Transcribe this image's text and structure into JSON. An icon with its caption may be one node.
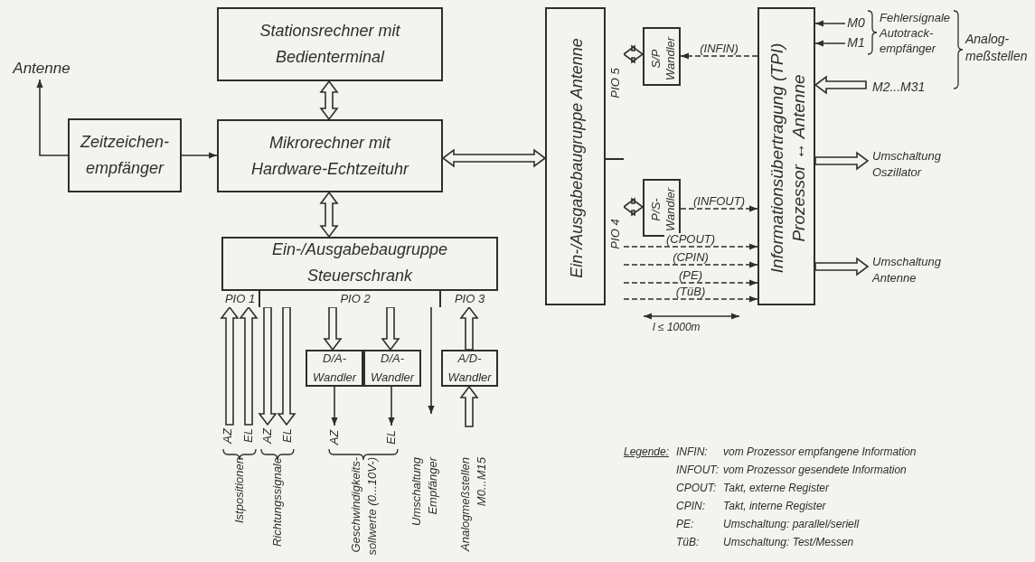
{
  "diagram": {
    "nodes": [
      {
        "text": [
          "Antenne"
        ]
      },
      {
        "text": [
          "Zeitzeichen- empfänger"
        ]
      },
      {
        "text": [
          "Stationsrechner mit Bedienterminal"
        ]
      },
      {
        "text": [
          "Mikrorechner mit Hardware-Echtzeituhr"
        ]
      },
      {
        "text": [
          "Ein-/Ausgabebaugruppe Steuerschrank"
        ]
      },
      {
        "text": [
          "PIO 1"
        ],
        "in": 4
      },
      {
        "text": [
          "PIO 2"
        ],
        "in": 4
      },
      {
        "text": [
          "PIO 3"
        ],
        "in": 4
      },
      {
        "text": [
          "D/A- Wandler"
        ]
      },
      {
        "text": [
          "D/A- Wandler"
        ]
      },
      {
        "text": [
          "A/D- Wandler"
        ]
      },
      {
        "text": [
          "Ein-/Ausgabebaugruppe Antenne"
        ]
      },
      {
        "text": [
          "PIO 5"
        ],
        "in": 11
      },
      {
        "text": [
          "PIO 4"
        ],
        "in": 11
      },
      {
        "text": [
          "S/P Wandler"
        ]
      },
      {
        "text": [
          "P/S- Wandler"
        ]
      },
      {
        "text": [
          "Informationsübertragung (TPI)",
          "Prozessor ↔ Antenne"
        ]
      },
      {
        "text": [
          "M0"
        ]
      },
      {
        "text": [
          "M1"
        ]
      },
      {
        "text": [
          "AZ"
        ]
      },
      {
        "text": [
          "EL"
        ]
      }
    ],
    "edges": [
      {
        "from": 1,
        "to": 0,
        "arrow": "to"
      },
      {
        "from": 1,
        "to": 3,
        "arrow": "to"
      },
      {
        "from": 2,
        "to": 3,
        "arrow": "both",
        "style": "thick"
      },
      {
        "from": 3,
        "to": 4,
        "arrow": "both",
        "style": "thick"
      },
      {
        "from": 11,
        "to": 3,
        "arrow": "both",
        "style": "thick"
      },
      {
        "from": null,
        "to": 5,
        "arrow": "to",
        "style": "thick"
      },
      {
        "from": null,
        "to": 5,
        "arrow": "to",
        "style": "thick"
      },
      {
        "from": 6,
        "to": null,
        "arrow": "to",
        "style": "thick"
      },
      {
        "from": 6,
        "to": null,
        "arrow": "to",
        "style": "thick"
      },
      {
        "from": 6,
        "to": 8,
        "arrow": "to",
        "style": "thick"
      },
      {
        "from": 6,
        "to": 9,
        "arrow": "to",
        "style": "thick"
      },
      {
        "from": 6,
        "to": null,
        "arrow": "to"
      },
      {
        "from": 8,
        "to": 19,
        "arrow": "to"
      },
      {
        "from": 9,
        "to": 20,
        "arrow": "to"
      },
      {
        "from": 10,
        "to": 7,
        "arrow": "to",
        "style": "thick"
      },
      {
        "from": null,
        "to": 10,
        "arrow": "to",
        "style": "thick"
      },
      {
        "from": 12,
        "to": 14,
        "arrow": "both",
        "style": "thick"
      },
      {
        "from": 16,
        "to": 14,
        "arrow": "to",
        "style": "dashed",
        "label": "(INFIN)"
      },
      {
        "from": 13,
        "to": 15,
        "arrow": "both",
        "style": "thick"
      },
      {
        "from": 15,
        "to": 16,
        "arrow": "to",
        "style": "dashed",
        "label": "(INFOUT)"
      },
      {
        "from": 13,
        "to": 16,
        "arrow": "to",
        "style": "dashed",
        "label": "(CPOUT)"
      },
      {
        "from": 13,
        "to": 16,
        "arrow": "to",
        "style": "dashed",
        "label": "(CPIN)"
      },
      {
        "from": 13,
        "to": 16,
        "arrow": "to",
        "style": "dashed",
        "label": "(PE)"
      },
      {
        "from": 13,
        "to": 16,
        "arrow": "to",
        "style": "dashed",
        "label": "(TüB)"
      },
      {
        "from": 17,
        "to": 16,
        "arrow": "to"
      },
      {
        "from": 18,
        "to": 16,
        "arrow": "to"
      },
      {
        "from": null,
        "to": 16,
        "arrow": "to",
        "style": "thick"
      },
      {
        "from": 16,
        "to": null,
        "arrow": "to",
        "style": "thick"
      },
      {
        "from": 16,
        "to": null,
        "arrow": "to",
        "style": "thick"
      }
    ],
    "labels": [
      "Fehlersignale Autotrack- empfänger",
      "Analog- meßstellen",
      "M2...M31",
      "Umschaltung Oszillator",
      "Umschaltung Antenne",
      "l ≤ 1000m",
      "AZ",
      "EL",
      "AZ",
      "EL",
      "Istpositionen",
      "Richtungssignale",
      "Geschwindigkeits- sollwerte (0...10V-)",
      "Umschaltung Empfänger",
      "Analogmeßstellen M0...M15",
      "Legende:",
      "INFIN:",
      "vom Prozessor empfangene Information",
      "INFOUT:",
      "vom Prozessor gesendete Information",
      "CPOUT:",
      "Takt, externe Register",
      "CPIN:",
      "Takt, interne Register",
      "PE:",
      "Umschaltung: parallel/seriell",
      "TüB:",
      "Umschaltung: Test/Messen"
    ]
  }
}
